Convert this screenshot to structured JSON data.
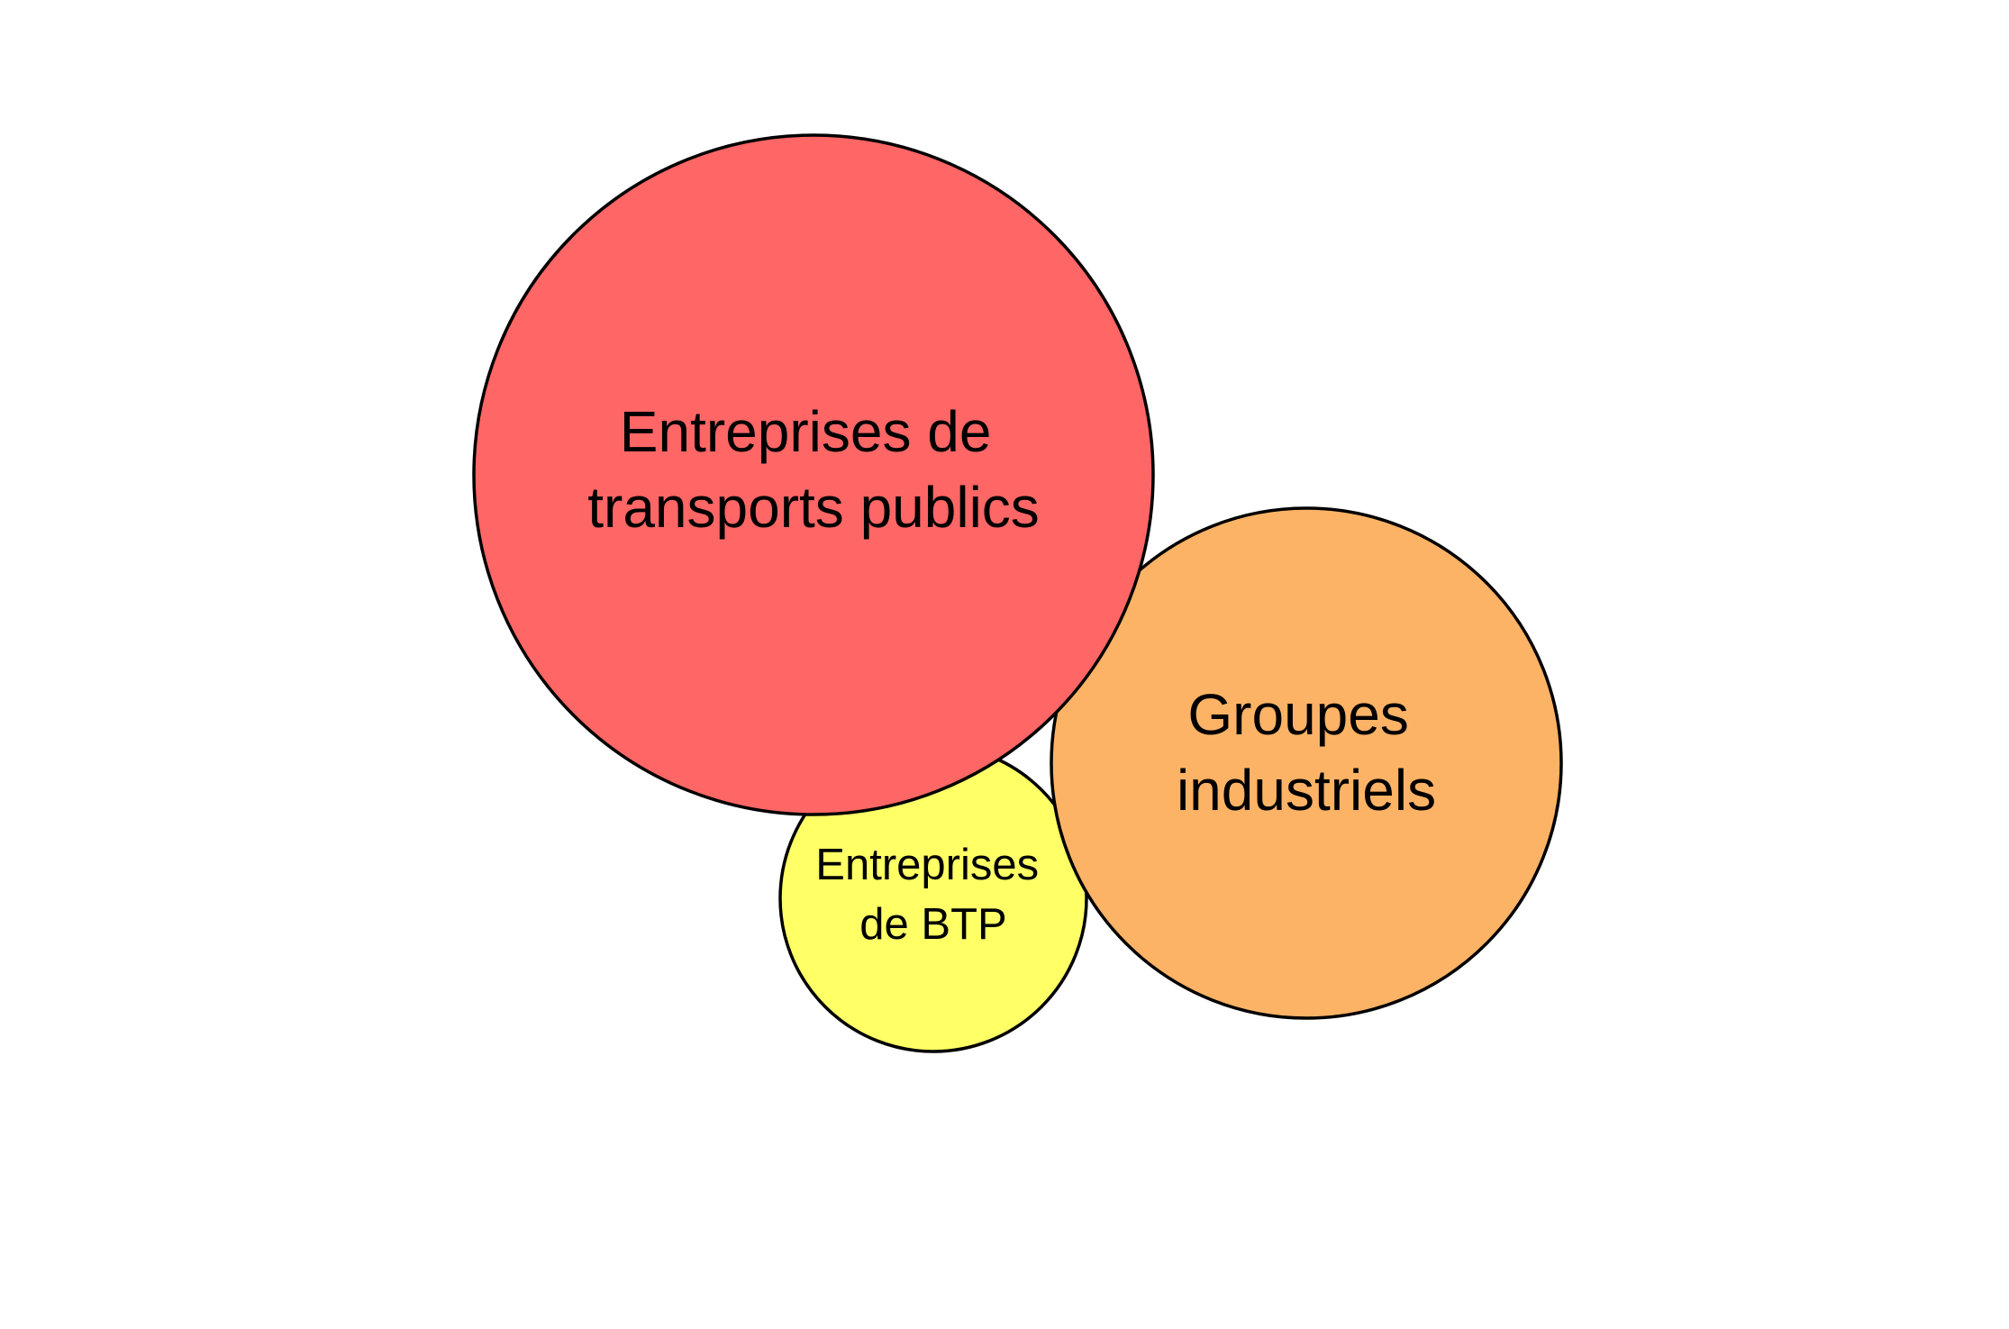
{
  "bubbles": [
    {
      "id": "btp",
      "lines": [
        "Entreprises",
        "de BTP"
      ],
      "color": "#ffff66"
    },
    {
      "id": "groupes",
      "lines": [
        "Groupes",
        "industriels"
      ],
      "color": "#fdb366"
    },
    {
      "id": "transports",
      "lines": [
        "Entreprises de",
        "transports publics"
      ],
      "color": "#ff6666"
    }
  ]
}
